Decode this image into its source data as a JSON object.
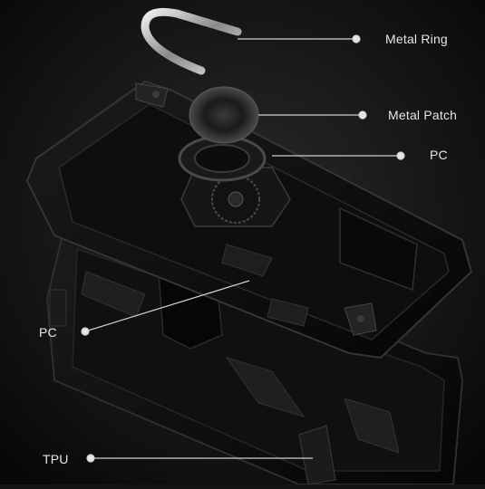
{
  "callouts": {
    "metal_ring": "Metal Ring",
    "metal_patch": "Metal Patch",
    "pc_right": "PC",
    "pc_left": "PC",
    "tpu": "TPU"
  },
  "colors": {
    "background": "#141414",
    "case_black": "#0c0c0c",
    "case_edge": "#2e2e2e",
    "ring_metal": "#c9c9c9",
    "leader_line": "#d0d0d0"
  }
}
